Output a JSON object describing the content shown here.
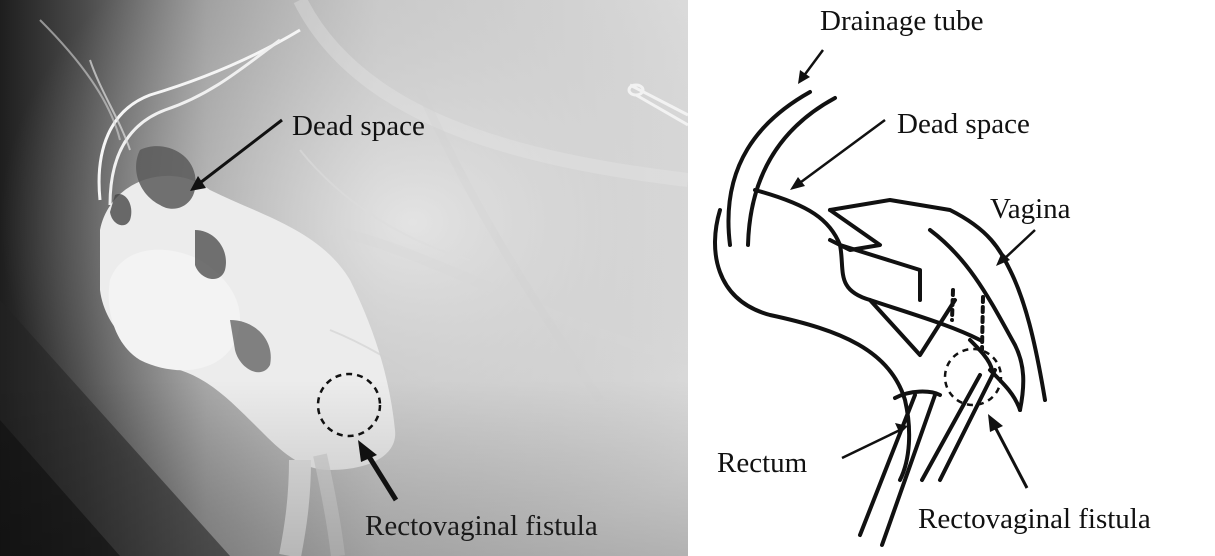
{
  "xray": {
    "dead_space_label": "Dead space",
    "fistula_label": "Rectovaginal fistula"
  },
  "schematic": {
    "drainage_tube_label": "Drainage tube",
    "dead_space_label": "Dead space",
    "vagina_label": "Vagina",
    "rectum_label": "Rectum",
    "fistula_label": "Rectovaginal fistula"
  }
}
